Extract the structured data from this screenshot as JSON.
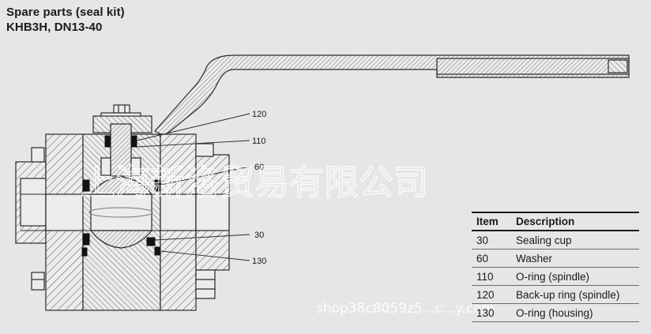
{
  "title": {
    "line1": "Spare parts (seal kit)",
    "line2": "KHB3H, DN13-40"
  },
  "callouts": [
    "120",
    "110",
    "60",
    "30",
    "130"
  ],
  "watermark": {
    "chinese": "上海新洛贸易有限公司",
    "url": "shop38c8059z5...c...y.com"
  },
  "table": {
    "headers": {
      "item": "Item",
      "description": "Description"
    },
    "rows": [
      {
        "item": "30",
        "description": "Sealing cup"
      },
      {
        "item": "60",
        "description": "Washer"
      },
      {
        "item": "110",
        "description": "O-ring (spindle)"
      },
      {
        "item": "120",
        "description": "Back-up ring (spindle)"
      },
      {
        "item": "130",
        "description": "O-ring (housing)"
      }
    ]
  },
  "colors": {
    "background": "#e6e6e6",
    "line": "#2a2a2a",
    "hatch": "#555555",
    "seal": "#111111"
  }
}
